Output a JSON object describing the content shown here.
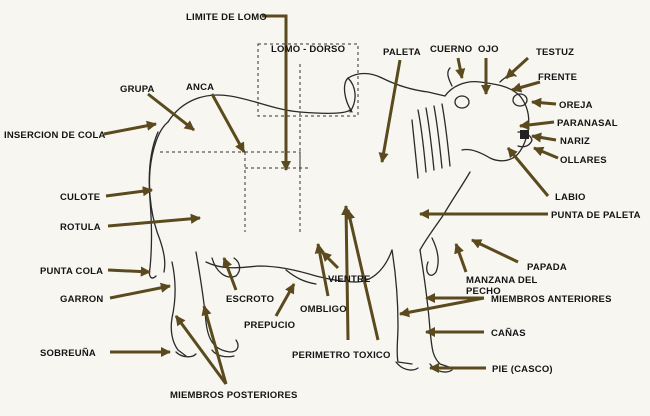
{
  "labels": {
    "limite_de_lomo": "LIMITE DE LOMO",
    "lomo_dorso": "LOMO - DORSO",
    "paleta": "PALETA",
    "cuerno": "CUERNO",
    "ojo": "OJO",
    "testuz": "TESTUZ",
    "frente": "FRENTE",
    "oreja": "OREJA",
    "paranasal": "PARANASAL",
    "nariz": "NARIZ",
    "ollares": "OLLARES",
    "labio": "LABIO",
    "punta_de_paleta": "PUNTA DE PALETA",
    "papada": "PAPADA",
    "manzana_del_pecho_1": "MANZANA DEL",
    "manzana_del_pecho_2": "PECHO",
    "miembros_anteriores": "MIEMBROS ANTERIORES",
    "canas": "CAÑAS",
    "pie_casco": "PIE (CASCO)",
    "grupa": "GRUPA",
    "anca": "ANCA",
    "insercion_de_cola": "INSERCION DE COLA",
    "culote": "CULOTE",
    "rotula": "ROTULA",
    "punta_cola": "PUNTA COLA",
    "garron": "GARRON",
    "sobreuna": "SOBREUÑA",
    "miembros_posteriores": "MIEMBROS POSTERIORES",
    "escroto": "ESCROTO",
    "prepucio": "PREPUCIO",
    "ombligo": "OMBLIGO",
    "vientre": "VIENTRE",
    "perimetro_toxico": "PERIMETRO TOXICO"
  },
  "colors": {
    "arrow": "#5a4a1e",
    "label": "#141414",
    "outline": "#2a2a2a",
    "background": "#f7f6f1"
  }
}
